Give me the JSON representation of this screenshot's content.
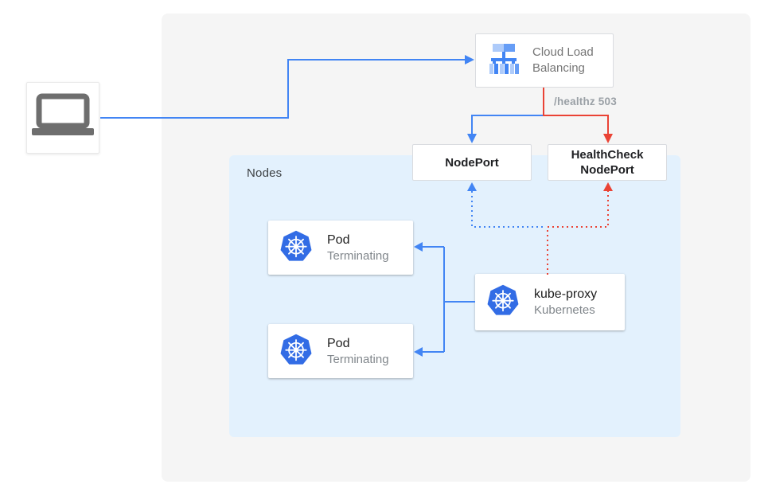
{
  "colors": {
    "blue": "#4285f4",
    "red": "#ea4335",
    "panel_gray": "#f5f5f5",
    "nodes_panel_blue": "#e3f1fd",
    "kubernetes_blue": "#326ce5",
    "icon_gray": "#6e6e6e",
    "text_dark": "#212121",
    "text_gray": "#80868b",
    "border_light": "#dadce0"
  },
  "diagram": {
    "client": {
      "icon": "laptop-icon"
    },
    "cloud_load_balancing": {
      "label": "Cloud Load Balancing",
      "icon": "load-balancer-icon"
    },
    "healthz_label": "/healthz 503",
    "nodeport": {
      "label": "NodePort"
    },
    "healthcheck_nodeport": {
      "label": "HealthCheck NodePort"
    },
    "nodes_panel": {
      "label": "Nodes",
      "pods": [
        {
          "title": "Pod",
          "status": "Terminating",
          "icon": "kubernetes-icon"
        },
        {
          "title": "Pod",
          "status": "Terminating",
          "icon": "kubernetes-icon"
        }
      ],
      "kube_proxy": {
        "title": "kube-proxy",
        "subtitle": "Kubernetes",
        "icon": "kubernetes-icon"
      }
    }
  }
}
